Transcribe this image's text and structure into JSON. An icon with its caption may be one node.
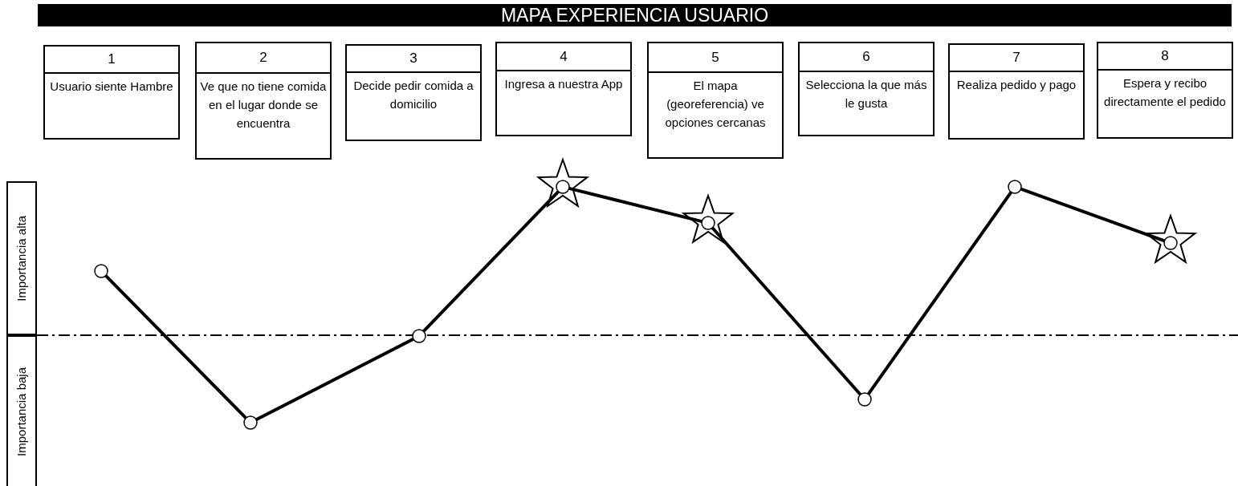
{
  "diagram": {
    "title": "MAPA EXPERIENCIA USUARIO",
    "nodes": [
      {
        "text": [
          "1",
          "Usuario siente Hambre"
        ]
      },
      {
        "text": [
          "2",
          "Ve que no tiene comida en el lugar donde se encuentra"
        ]
      },
      {
        "text": [
          "3",
          "Decide pedir comida a domicilio"
        ]
      },
      {
        "text": [
          "4",
          "Ingresa a nuestra App"
        ]
      },
      {
        "text": [
          "5",
          "El mapa (georeferencia) ve opciones cercanas"
        ]
      },
      {
        "text": [
          "6",
          "Selecciona la que más le gusta"
        ]
      },
      {
        "text": [
          "7",
          "Realiza pedido y pago"
        ]
      },
      {
        "text": [
          "8",
          "Espera y recibo directamente el pedido"
        ]
      },
      {
        "text": [
          "Importancia alta"
        ]
      },
      {
        "text": [
          "Importancia baja"
        ]
      },
      {
        "text": [],
        "shape": "circle"
      },
      {
        "text": [],
        "shape": "circle"
      },
      {
        "text": [],
        "shape": "circle"
      },
      {
        "text": [],
        "shape": "circle"
      },
      {
        "text": [],
        "shape": "circle"
      },
      {
        "text": [],
        "shape": "circle"
      },
      {
        "text": [],
        "shape": "circle"
      },
      {
        "text": [],
        "shape": "circle"
      }
    ],
    "edges": [
      {
        "from": 10,
        "to": 11,
        "arrow": "none"
      },
      {
        "from": 11,
        "to": 12,
        "arrow": "none"
      },
      {
        "from": 12,
        "to": 13,
        "arrow": "none"
      },
      {
        "from": 13,
        "to": 14,
        "arrow": "none"
      },
      {
        "from": 14,
        "to": 15,
        "arrow": "none"
      },
      {
        "from": 15,
        "to": 16,
        "arrow": "none"
      },
      {
        "from": 16,
        "to": 17,
        "arrow": "none"
      }
    ]
  }
}
